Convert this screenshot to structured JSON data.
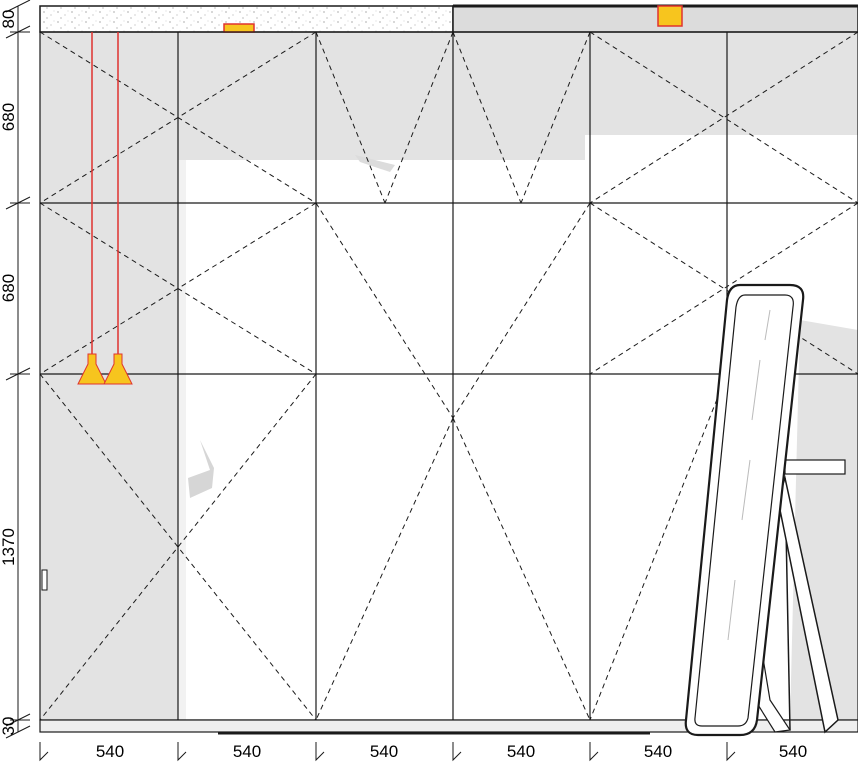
{
  "drawing": {
    "bottom_dimensions": [
      "540",
      "540",
      "540",
      "540",
      "540",
      "540"
    ],
    "left_dimensions": {
      "top_partial": "80",
      "upper": "680",
      "middle": "680",
      "lower": "1370",
      "bottom_partial": "30"
    },
    "colors": {
      "wall_grey": "#e3e3e3",
      "line": "#1a1a1a",
      "pendant_yellow": "#f7c51e",
      "cord_red": "#e0332f",
      "light_orange": "#f59a2a"
    }
  }
}
